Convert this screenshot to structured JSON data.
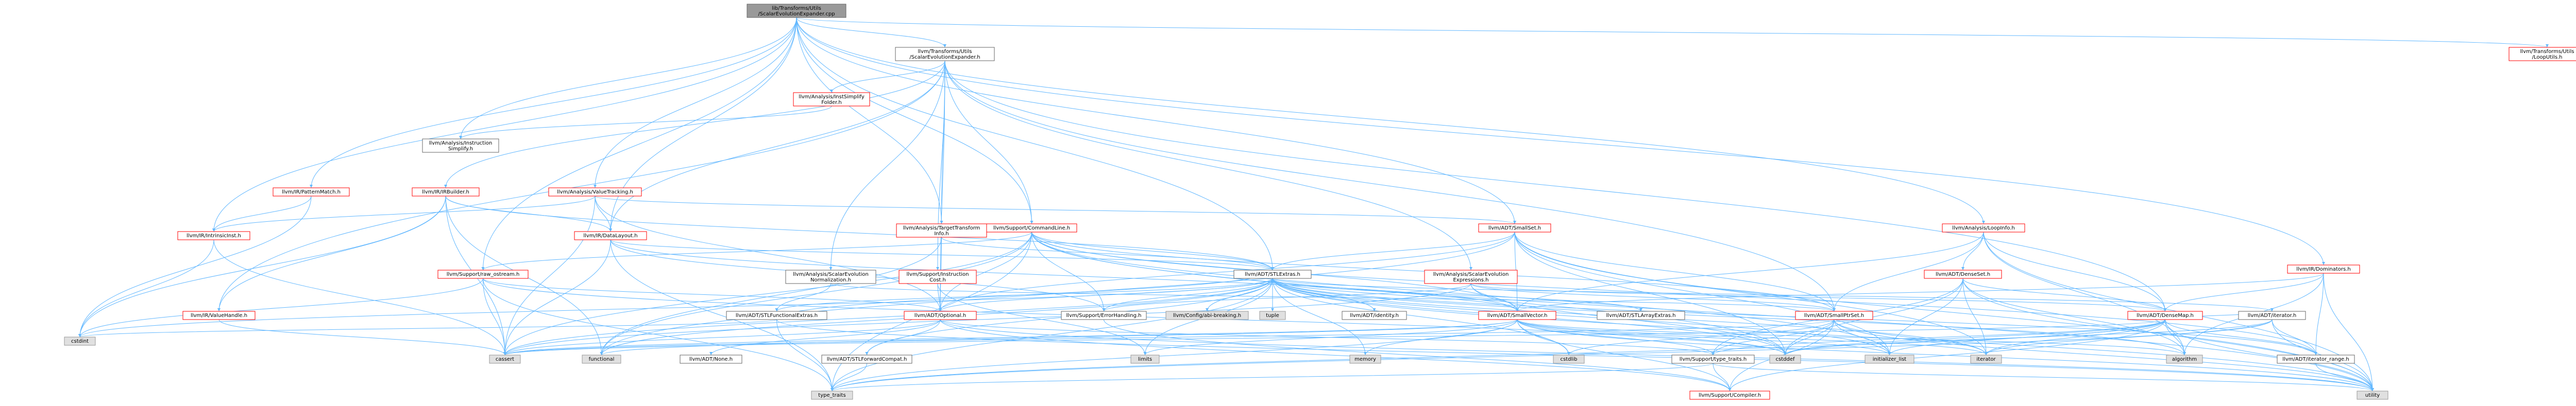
{
  "graph": {
    "title": "",
    "colors": {
      "edge": "#63b8ff",
      "root_fill": "#999999",
      "root_border": "#666666",
      "node_fill": "#ffffff",
      "red_border": "#ff0000",
      "gray_border": "#666666",
      "system_fill": "#e0e0e0",
      "system_border": "#999999"
    },
    "nodes": [
      {
        "id": "root",
        "lines": [
          "lib/Transforms/Utils",
          "/ScalarEvolutionExpander.cpp"
        ],
        "style": "root"
      },
      {
        "id": "see_h",
        "lines": [
          "llvm/Transforms/Utils",
          "/ScalarEvolutionExpander.h"
        ],
        "style": "gray"
      },
      {
        "id": "loop_utils",
        "lines": [
          "llvm/Transforms/Utils",
          "/LoopUtils.h"
        ],
        "style": "red"
      },
      {
        "id": "inst_simplify_folder",
        "lines": [
          "llvm/Analysis/InstSimplify",
          "Folder.h"
        ],
        "style": "red"
      },
      {
        "id": "inst_simplify",
        "lines": [
          "llvm/Analysis/Instruction",
          "Simplify.h"
        ],
        "style": "gray"
      },
      {
        "id": "pattern_match",
        "lines": [
          "llvm/IR/PatternMatch.h"
        ],
        "style": "red"
      },
      {
        "id": "irbuilder",
        "lines": [
          "llvm/IR/IRBuilder.h"
        ],
        "style": "red"
      },
      {
        "id": "value_tracking",
        "lines": [
          "llvm/Analysis/ValueTracking.h"
        ],
        "style": "red"
      },
      {
        "id": "small_set",
        "lines": [
          "llvm/ADT/SmallSet.h"
        ],
        "style": "red"
      },
      {
        "id": "loop_info",
        "lines": [
          "llvm/Analysis/LoopInfo.h"
        ],
        "style": "red"
      },
      {
        "id": "dominators",
        "lines": [
          "llvm/IR/Dominators.h"
        ],
        "style": "red"
      },
      {
        "id": "intrinsic_inst",
        "lines": [
          "llvm/IR/IntrinsicInst.h"
        ],
        "style": "red"
      },
      {
        "id": "data_layout",
        "lines": [
          "llvm/IR/DataLayout.h"
        ],
        "style": "red"
      },
      {
        "id": "tti",
        "lines": [
          "llvm/Analysis/TargetTransform",
          "Info.h"
        ],
        "style": "red"
      },
      {
        "id": "command_line",
        "lines": [
          "llvm/Support/CommandLine.h"
        ],
        "style": "red"
      },
      {
        "id": "raw_ostream",
        "lines": [
          "llvm/Support/raw_ostream.h"
        ],
        "style": "red"
      },
      {
        "id": "se_normalization",
        "lines": [
          "llvm/Analysis/ScalarEvolution",
          "Normalization.h"
        ],
        "style": "gray"
      },
      {
        "id": "instruction_cost",
        "lines": [
          "llvm/Support/Instruction",
          "Cost.h"
        ],
        "style": "red"
      },
      {
        "id": "stl_extras",
        "lines": [
          "llvm/ADT/STLExtras.h"
        ],
        "style": "gray"
      },
      {
        "id": "se_expressions",
        "lines": [
          "llvm/Analysis/ScalarEvolution",
          "Expressions.h"
        ],
        "style": "red"
      },
      {
        "id": "dense_set",
        "lines": [
          "llvm/ADT/DenseSet.h"
        ],
        "style": "red"
      },
      {
        "id": "value_handle",
        "lines": [
          "llvm/IR/ValueHandle.h"
        ],
        "style": "red"
      },
      {
        "id": "stl_func_extras",
        "lines": [
          "llvm/ADT/STLFunctionalExtras.h"
        ],
        "style": "gray"
      },
      {
        "id": "optional",
        "lines": [
          "llvm/ADT/Optional.h"
        ],
        "style": "red"
      },
      {
        "id": "error_handling",
        "lines": [
          "llvm/Support/ErrorHandling.h"
        ],
        "style": "gray"
      },
      {
        "id": "config_abi",
        "lines": [
          "llvm/Config/abi-breaking.h"
        ],
        "style": "system"
      },
      {
        "id": "tuple",
        "lines": [
          "tuple"
        ],
        "style": "system"
      },
      {
        "id": "identity",
        "lines": [
          "llvm/ADT/identity.h"
        ],
        "style": "gray"
      },
      {
        "id": "small_vector",
        "lines": [
          "llvm/ADT/SmallVector.h"
        ],
        "style": "red"
      },
      {
        "id": "stl_for_each",
        "lines": [
          "llvm/ADT/STLArrayExtras.h"
        ],
        "style": "gray"
      },
      {
        "id": "small_ptr_set",
        "lines": [
          "llvm/ADT/SmallPtrSet.h"
        ],
        "style": "red"
      },
      {
        "id": "dense_map",
        "lines": [
          "llvm/ADT/DenseMap.h"
        ],
        "style": "red"
      },
      {
        "id": "adt_iterator",
        "lines": [
          "llvm/ADT/iterator.h"
        ],
        "style": "gray"
      },
      {
        "id": "cstdint",
        "lines": [
          "cstdint"
        ],
        "style": "system"
      },
      {
        "id": "cassert",
        "lines": [
          "cassert"
        ],
        "style": "system"
      },
      {
        "id": "functional",
        "lines": [
          "functional"
        ],
        "style": "system"
      },
      {
        "id": "none",
        "lines": [
          "llvm/ADT/None.h"
        ],
        "style": "gray"
      },
      {
        "id": "stl_forward_compat",
        "lines": [
          "llvm/ADT/STLForwardCompat.h"
        ],
        "style": "gray"
      },
      {
        "id": "limits",
        "lines": [
          "limits"
        ],
        "style": "system"
      },
      {
        "id": "memory",
        "lines": [
          "memory"
        ],
        "style": "system"
      },
      {
        "id": "cstdlib",
        "lines": [
          "cstdlib"
        ],
        "style": "system"
      },
      {
        "id": "type_traits_support",
        "lines": [
          "llvm/Support/type_traits.h"
        ],
        "style": "gray"
      },
      {
        "id": "cstddef",
        "lines": [
          "cstddef"
        ],
        "style": "system"
      },
      {
        "id": "initializer_list",
        "lines": [
          "initializer_list"
        ],
        "style": "system"
      },
      {
        "id": "iterator_std",
        "lines": [
          "iterator"
        ],
        "style": "system"
      },
      {
        "id": "algorithm",
        "lines": [
          "algorithm"
        ],
        "style": "system"
      },
      {
        "id": "iterator_range",
        "lines": [
          "llvm/ADT/iterator_range.h"
        ],
        "style": "gray"
      },
      {
        "id": "type_traits",
        "lines": [
          "type_traits"
        ],
        "style": "system"
      },
      {
        "id": "compiler",
        "lines": [
          "llvm/Support/Compiler.h"
        ],
        "style": "red"
      },
      {
        "id": "utility",
        "lines": [
          "utility"
        ],
        "style": "system"
      }
    ],
    "edges": [
      [
        "root",
        "see_h"
      ],
      [
        "root",
        "loop_utils"
      ],
      [
        "root",
        "inst_simplify"
      ],
      [
        "root",
        "pattern_match"
      ],
      [
        "root",
        "value_tracking"
      ],
      [
        "root",
        "small_set"
      ],
      [
        "root",
        "loop_info"
      ],
      [
        "root",
        "dominators"
      ],
      [
        "root",
        "intrinsic_inst"
      ],
      [
        "root",
        "data_layout"
      ],
      [
        "root",
        "tti"
      ],
      [
        "root",
        "command_line"
      ],
      [
        "root",
        "raw_ostream"
      ],
      [
        "root",
        "stl_extras"
      ],
      [
        "see_h",
        "inst_simplify_folder"
      ],
      [
        "see_h",
        "irbuilder"
      ],
      [
        "see_h",
        "tti"
      ],
      [
        "see_h",
        "command_line"
      ],
      [
        "see_h",
        "se_normalization"
      ],
      [
        "see_h",
        "instruction_cost"
      ],
      [
        "see_h",
        "se_expressions"
      ],
      [
        "see_h",
        "value_handle"
      ],
      [
        "see_h",
        "small_ptr_set"
      ],
      [
        "see_h",
        "dense_map"
      ],
      [
        "see_h",
        "optional"
      ],
      [
        "see_h",
        "data_layout"
      ],
      [
        "inst_simplify_folder",
        "inst_simplify"
      ],
      [
        "pattern_match",
        "intrinsic_inst"
      ],
      [
        "pattern_match",
        "cstdint"
      ],
      [
        "irbuilder",
        "data_layout"
      ],
      [
        "irbuilder",
        "value_handle"
      ],
      [
        "irbuilder",
        "functional"
      ],
      [
        "irbuilder",
        "cassert"
      ],
      [
        "irbuilder",
        "stl_extras"
      ],
      [
        "irbuilder",
        "cstdint"
      ],
      [
        "value_tracking",
        "data_layout"
      ],
      [
        "value_tracking",
        "small_set"
      ],
      [
        "value_tracking",
        "intrinsic_inst"
      ],
      [
        "value_tracking",
        "optional"
      ],
      [
        "value_tracking",
        "cassert"
      ],
      [
        "small_set",
        "stl_extras"
      ],
      [
        "small_set",
        "small_ptr_set"
      ],
      [
        "small_set",
        "small_vector"
      ],
      [
        "small_set",
        "optional"
      ],
      [
        "small_set",
        "iterator_std"
      ],
      [
        "small_set",
        "utility"
      ],
      [
        "small_set",
        "cstddef"
      ],
      [
        "small_set",
        "functional"
      ],
      [
        "small_set",
        "initializer_list"
      ],
      [
        "loop_info",
        "dense_set"
      ],
      [
        "loop_info",
        "dense_map"
      ],
      [
        "loop_info",
        "small_ptr_set"
      ],
      [
        "loop_info",
        "algorithm"
      ],
      [
        "loop_info",
        "utility"
      ],
      [
        "loop_info",
        "small_vector"
      ],
      [
        "dominators",
        "dense_map"
      ],
      [
        "dominators",
        "algorithm"
      ],
      [
        "dominators",
        "small_vector"
      ],
      [
        "dominators",
        "iterator_range"
      ],
      [
        "dominators",
        "utility"
      ],
      [
        "intrinsic_inst",
        "cassert"
      ],
      [
        "intrinsic_inst",
        "cstdint"
      ],
      [
        "data_layout",
        "stl_extras"
      ],
      [
        "data_layout",
        "small_vector"
      ],
      [
        "data_layout",
        "error_handling"
      ],
      [
        "data_layout",
        "cassert"
      ],
      [
        "data_layout",
        "type_traits"
      ],
      [
        "tti",
        "stl_extras"
      ],
      [
        "tti",
        "functional"
      ],
      [
        "tti",
        "optional"
      ],
      [
        "command_line",
        "stl_extras"
      ],
      [
        "command_line",
        "small_ptr_set"
      ],
      [
        "command_line",
        "small_vector"
      ],
      [
        "command_line",
        "error_handling"
      ],
      [
        "command_line",
        "raw_ostream"
      ],
      [
        "command_line",
        "functional"
      ],
      [
        "command_line",
        "cassert"
      ],
      [
        "command_line",
        "climits"
      ],
      [
        "command_line",
        "cstddef"
      ],
      [
        "command_line",
        "initializer_list"
      ],
      [
        "command_line",
        "iterator_range"
      ],
      [
        "command_line",
        "type_traits"
      ],
      [
        "command_line",
        "utility"
      ],
      [
        "command_line",
        "optional"
      ],
      [
        "raw_ostream",
        "optional"
      ],
      [
        "raw_ostream",
        "type_traits"
      ],
      [
        "raw_ostream",
        "cassert"
      ],
      [
        "raw_ostream",
        "cstddef"
      ],
      [
        "raw_ostream",
        "cstdint"
      ],
      [
        "se_normalization",
        "stl_func_extras"
      ],
      [
        "se_normalization",
        "small_ptr_set"
      ],
      [
        "instruction_cost",
        "optional"
      ],
      [
        "instruction_cost",
        "limits"
      ],
      [
        "stl_extras",
        "stl_func_extras"
      ],
      [
        "stl_extras",
        "optional"
      ],
      [
        "stl_extras",
        "error_handling"
      ],
      [
        "stl_extras",
        "config_abi"
      ],
      [
        "stl_extras",
        "tuple"
      ],
      [
        "stl_extras",
        "identity"
      ],
      [
        "stl_extras",
        "small_vector"
      ],
      [
        "stl_extras",
        "stl_for_each"
      ],
      [
        "stl_extras",
        "adt_iterator"
      ],
      [
        "stl_extras",
        "iterator_range"
      ],
      [
        "stl_extras",
        "stl_forward_compat"
      ],
      [
        "stl_extras",
        "algorithm"
      ],
      [
        "stl_extras",
        "cassert"
      ],
      [
        "stl_extras",
        "cstddef"
      ],
      [
        "stl_extras",
        "cstdint"
      ],
      [
        "stl_extras",
        "cstdlib"
      ],
      [
        "stl_extras",
        "functional"
      ],
      [
        "stl_extras",
        "initializer_list"
      ],
      [
        "stl_extras",
        "iterator_std"
      ],
      [
        "stl_extras",
        "limits"
      ],
      [
        "stl_extras",
        "memory"
      ],
      [
        "stl_extras",
        "type_traits"
      ],
      [
        "stl_extras",
        "utility"
      ],
      [
        "se_expressions",
        "small_ptr_set"
      ],
      [
        "se_expressions",
        "small_vector"
      ],
      [
        "se_expressions",
        "error_handling"
      ],
      [
        "se_expressions",
        "dense_map"
      ],
      [
        "se_expressions",
        "cassert"
      ],
      [
        "se_expressions",
        "cstddef"
      ],
      [
        "dense_set",
        "dense_map"
      ],
      [
        "dense_set",
        "type_traits_support"
      ],
      [
        "dense_set",
        "algorithm"
      ],
      [
        "dense_set",
        "cstddef"
      ],
      [
        "dense_set",
        "initializer_list"
      ],
      [
        "dense_set",
        "iterator_std"
      ],
      [
        "dense_set",
        "utility"
      ],
      [
        "value_handle",
        "cassert"
      ],
      [
        "stl_func_extras",
        "stl_extras"
      ],
      [
        "stl_func_extras",
        "cstdint"
      ],
      [
        "stl_func_extras",
        "type_traits"
      ],
      [
        "stl_func_extras",
        "utility"
      ],
      [
        "optional",
        "none"
      ],
      [
        "optional",
        "stl_forward_compat"
      ],
      [
        "optional",
        "type_traits_support"
      ],
      [
        "optional",
        "cassert"
      ],
      [
        "optional",
        "new"
      ],
      [
        "optional",
        "utility"
      ],
      [
        "optional",
        "compiler"
      ],
      [
        "error_handling",
        "compiler"
      ],
      [
        "small_vector",
        "compiler"
      ],
      [
        "small_vector",
        "type_traits_support"
      ],
      [
        "small_vector",
        "algorithm"
      ],
      [
        "small_vector",
        "cassert"
      ],
      [
        "small_vector",
        "cstddef"
      ],
      [
        "small_vector",
        "cstdlib"
      ],
      [
        "small_vector",
        "cstring"
      ],
      [
        "small_vector",
        "functional"
      ],
      [
        "small_vector",
        "initializer_list"
      ],
      [
        "small_vector",
        "iterator_std"
      ],
      [
        "small_vector",
        "limits"
      ],
      [
        "small_vector",
        "memory"
      ],
      [
        "small_vector",
        "type_traits"
      ],
      [
        "small_vector",
        "utility"
      ],
      [
        "small_ptr_set",
        "compiler"
      ],
      [
        "small_ptr_set",
        "type_traits_support"
      ],
      [
        "small_ptr_set",
        "cassert"
      ],
      [
        "small_ptr_set",
        "cstddef"
      ],
      [
        "small_ptr_set",
        "cstdlib"
      ],
      [
        "small_ptr_set",
        "initializer_list"
      ],
      [
        "small_ptr_set",
        "iterator_std"
      ],
      [
        "small_ptr_set",
        "utility"
      ],
      [
        "dense_map",
        "adt_iterator"
      ],
      [
        "dense_map",
        "compiler"
      ],
      [
        "dense_map",
        "type_traits_support"
      ],
      [
        "dense_map",
        "algorithm"
      ],
      [
        "dense_map",
        "cassert"
      ],
      [
        "dense_map",
        "cstddef"
      ],
      [
        "dense_map",
        "initializer_list"
      ],
      [
        "dense_map",
        "iterator_std"
      ],
      [
        "dense_map",
        "type_traits"
      ],
      [
        "dense_map",
        "utility"
      ],
      [
        "dense_map",
        "iterator_range"
      ],
      [
        "adt_iterator",
        "iterator_range"
      ],
      [
        "adt_iterator",
        "cstddef"
      ],
      [
        "adt_iterator",
        "iterator_std"
      ],
      [
        "adt_iterator",
        "type_traits"
      ],
      [
        "adt_iterator",
        "utility"
      ],
      [
        "iterator_range",
        "utility"
      ],
      [
        "stl_forward_compat",
        "type_traits"
      ],
      [
        "type_traits_support",
        "type_traits"
      ],
      [
        "type_traits_support",
        "utility"
      ],
      [
        "type_traits_support",
        "compiler"
      ]
    ]
  }
}
